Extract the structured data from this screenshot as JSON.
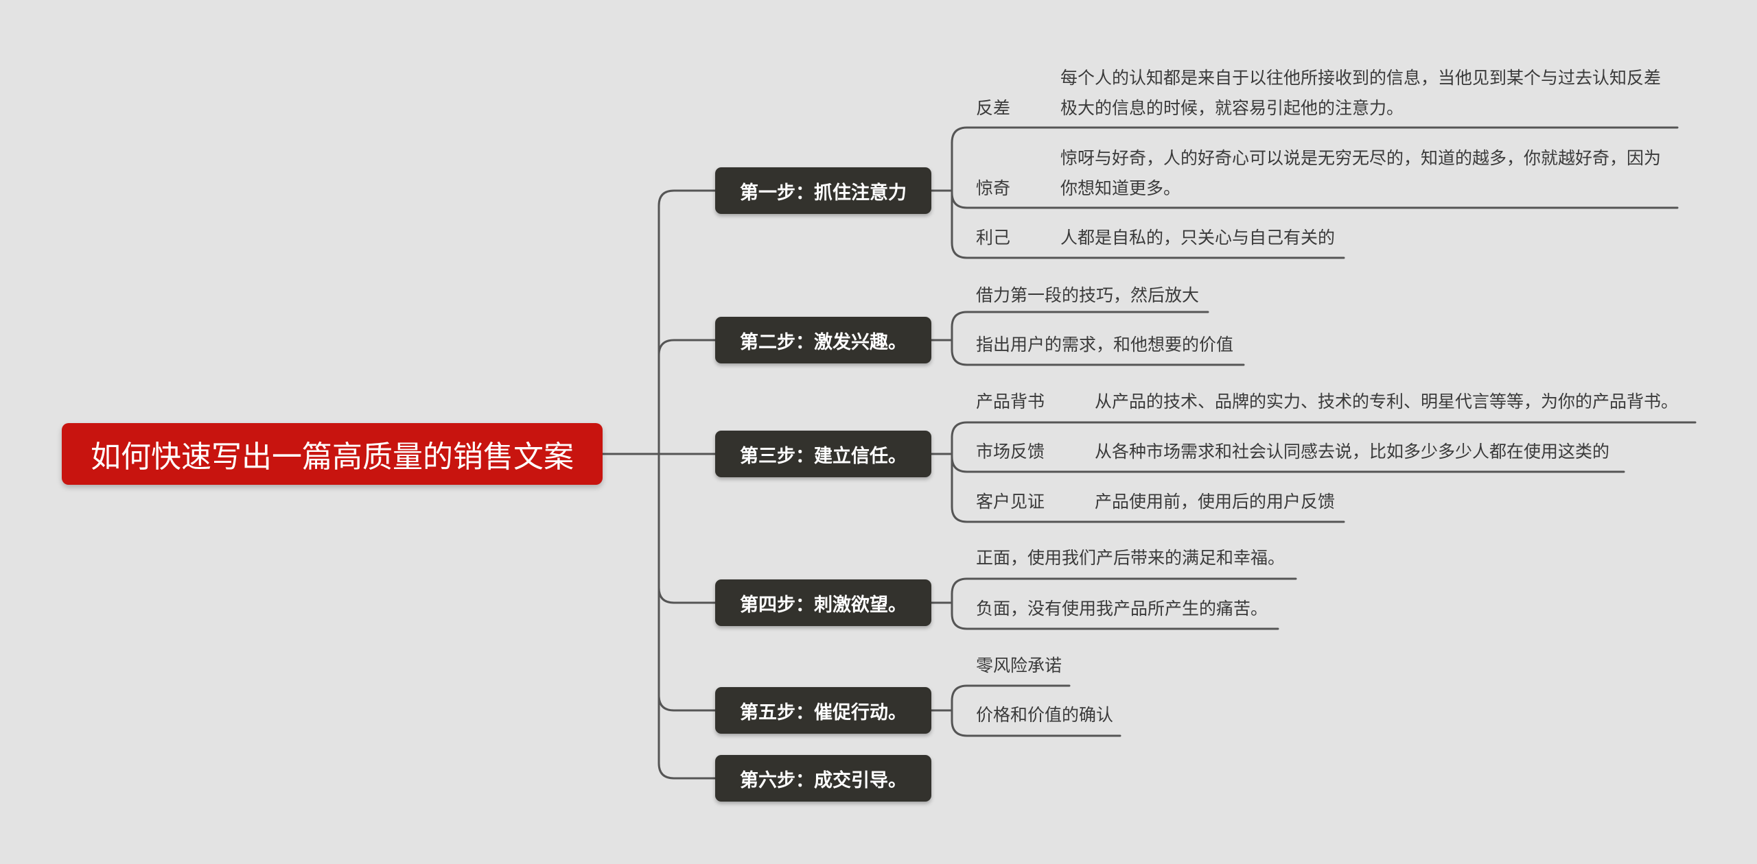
{
  "root": {
    "title": "如何快速写出一篇高质量的销售文案"
  },
  "steps": [
    {
      "label": "第一步：抓住注意力",
      "items": [
        {
          "label": "反差",
          "detail": [
            "每个人的认知都是来自于以往他所接收到的信息，当他见到某个与过去认知反差",
            "极大的信息的时候，就容易引起他的注意力。"
          ]
        },
        {
          "label": "惊奇",
          "detail": [
            "惊呀与好奇，人的好奇心可以说是无穷无尽的，知道的越多，你就越好奇，因为",
            "你想知道更多。"
          ]
        },
        {
          "label": "利己",
          "detail": [
            "人都是自私的，只关心与自己有关的"
          ]
        }
      ]
    },
    {
      "label": "第二步：激发兴趣。",
      "items": [
        {
          "label": "借力第一段的技巧，然后放大"
        },
        {
          "label": "指出用户的需求，和他想要的价值"
        }
      ]
    },
    {
      "label": "第三步：建立信任。",
      "items": [
        {
          "label": "产品背书",
          "detail": [
            "从产品的技术、品牌的实力、技术的专利、明星代言等等，为你的产品背书。"
          ]
        },
        {
          "label": "市场反馈",
          "detail": [
            "从各种市场需求和社会认同感去说，比如多少多少人都在使用这类的"
          ]
        },
        {
          "label": "客户见证",
          "detail": [
            "产品使用前，使用后的用户反馈"
          ]
        }
      ]
    },
    {
      "label": "第四步：刺激欲望。",
      "items": [
        {
          "label": "正面，使用我们产后带来的满足和幸福。"
        },
        {
          "label": "负面，没有使用我产品所产生的痛苦。"
        }
      ]
    },
    {
      "label": "第五步：催促行动。",
      "items": [
        {
          "label": "零风险承诺"
        },
        {
          "label": "价格和价值的确认"
        }
      ]
    },
    {
      "label": "第六步：成交引导。",
      "items": []
    }
  ],
  "colors": {
    "background": "#e3e3e3",
    "root_fill": "#c8140f",
    "step_fill": "#33322d",
    "connector": "#555555",
    "text": "#3a3a3a"
  }
}
